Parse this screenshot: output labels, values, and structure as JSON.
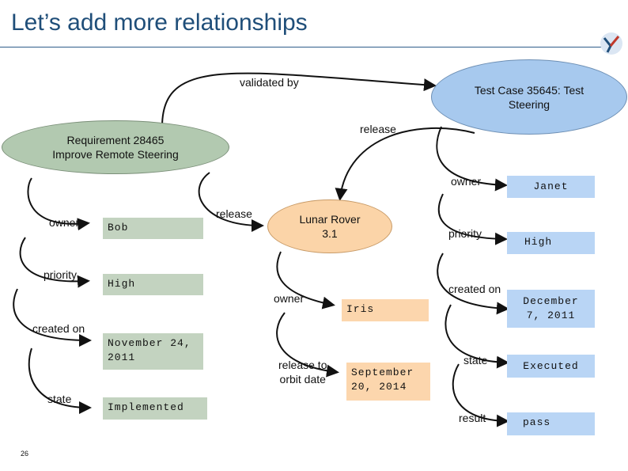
{
  "title": "Let’s add more relationships",
  "page_number": "26",
  "nodes": {
    "requirement": "Requirement 28465\nImprove Remote Steering",
    "test_case": "Test Case 35645: Test\nSteering",
    "lunar_rover": "Lunar Rover\n3.1"
  },
  "edges": {
    "validated_by": "validated by",
    "release_top": "release",
    "release_left": "release"
  },
  "requirement_props": {
    "owner_label": "owner",
    "owner_value": "Bob",
    "priority_label": "priority",
    "priority_value": "High",
    "created_label": "created on",
    "created_value": "November 24,\n2011",
    "state_label": "state",
    "state_value": "Implemented"
  },
  "rover_props": {
    "owner_label": "owner",
    "owner_value": "Iris",
    "release_label": "release to\norbit date",
    "release_value": "September\n20, 2014"
  },
  "test_props": {
    "owner_label": "owner",
    "owner_value": "Janet",
    "priority_label": "priority",
    "priority_value": "High",
    "created_label": "created on",
    "created_value": "December\n7, 2011",
    "state_label": "state",
    "state_value": "Executed",
    "result_label": "result",
    "result_value": "pass"
  },
  "colors": {
    "title": "#1f4e79",
    "green_node": "#b2c9b0",
    "blue_node": "#a7c9ee",
    "orange_node": "#fbd4a8"
  },
  "icons": {
    "logo": "ibm-style-logo-icon"
  }
}
